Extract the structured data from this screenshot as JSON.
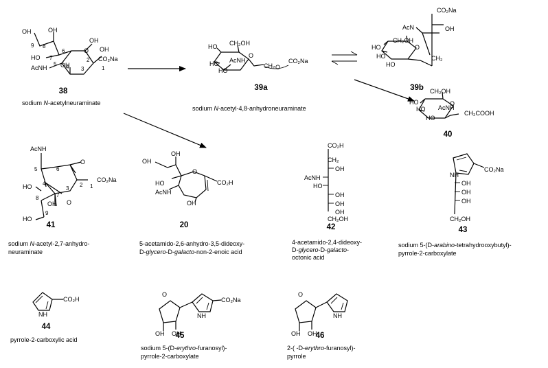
{
  "compounds": [
    {
      "id": "c38",
      "number": "38",
      "name_lines": [
        [
          "sodium ",
          "N",
          "-acetylneuraminate"
        ]
      ],
      "atoms": [
        "OH",
        "OH",
        "OH",
        "O",
        "OH",
        "CO₂Na",
        "HO",
        "AcNH",
        "OH"
      ],
      "locants": [
        "9",
        "8",
        "7",
        "6",
        "5",
        "4",
        "3",
        "2",
        "1"
      ]
    },
    {
      "id": "c39a",
      "number": "39a",
      "name_lines": [
        [
          "sodium ",
          "N",
          "-acetyl-4,8-anhydroneuraminate"
        ]
      ],
      "atoms": [
        "HO",
        "CH₂OH",
        "O",
        "HO",
        "AcNH",
        "HO",
        "CH₂",
        "O",
        "CO₂Na"
      ]
    },
    {
      "id": "c39b",
      "number": "39b",
      "name_lines": [],
      "atoms": [
        "CO₂Na",
        "AcN",
        "OH",
        "HO",
        "CH₂OH",
        "O",
        "HO",
        "HO",
        "CH₂"
      ]
    },
    {
      "id": "c40",
      "number": "40",
      "name_lines": [],
      "atoms": [
        "HO",
        "CH₂OH",
        "O",
        "AcNH",
        "HO",
        "HO",
        "CH₂COOH"
      ]
    },
    {
      "id": "c41",
      "number": "41",
      "name_lines": [
        [
          "sodium ",
          "N",
          "-acetyl-2,7-anhydro-"
        ],
        [
          "neuraminate"
        ]
      ],
      "atoms": [
        "AcNH",
        "O",
        "CO₂Na",
        "HO",
        "OH",
        "O",
        "HO"
      ],
      "locants": [
        "5",
        "6",
        "4",
        "7",
        "3",
        "2",
        "1",
        "8",
        "9"
      ]
    },
    {
      "id": "c20",
      "number": "20",
      "name_lines": [
        [
          "5-acetamido-2,6-anhydro-3,5-dideoxy-"
        ],
        [
          "D-",
          "glycero",
          "-D-",
          "galacto",
          "-non-2-enoic acid"
        ]
      ],
      "atoms": [
        "OH",
        "OH",
        "O",
        "CO₂H",
        "HO",
        "AcNH",
        "OH"
      ]
    },
    {
      "id": "c42",
      "number": "42",
      "name_lines": [
        [
          "4-acetamido-2,4-dideoxy-"
        ],
        [
          "D-",
          "glycero",
          "-D-",
          "galacto",
          "-"
        ],
        [
          "octonic acid"
        ]
      ],
      "atoms": [
        "CO₂H",
        "CH₂",
        "OH",
        "AcNH",
        "HO",
        "OH",
        "OH",
        "OH",
        "CH₂OH"
      ]
    },
    {
      "id": "c43",
      "number": "43",
      "name_lines": [
        [
          "sodium 5-(D-",
          "arabino",
          "-tetrahydrooxybutyl)-"
        ],
        [
          "pyrrole-2-carboxylate"
        ]
      ],
      "atoms": [
        "NH",
        "CO₂Na",
        "OH",
        "OH",
        "OH",
        "CH₂OH"
      ]
    },
    {
      "id": "c44",
      "number": "44",
      "name_lines": [
        [
          "pyrrole-2-carboxylic acid"
        ]
      ],
      "atoms": [
        "NH",
        "CO₂H"
      ]
    },
    {
      "id": "c45",
      "number": "45",
      "name_lines": [
        [
          "sodium 5-(D-",
          "erythro",
          "-furanosyl)-"
        ],
        [
          "pyrrole-2-carboxylate"
        ]
      ],
      "atoms": [
        "O",
        "NH",
        "CO₂Na",
        "OH",
        "OH"
      ]
    },
    {
      "id": "c46",
      "number": "46",
      "name_lines": [
        [
          "2-( -D-",
          "erythro",
          "-furanosyl)-"
        ],
        [
          "pyrrole"
        ]
      ],
      "atoms": [
        "O",
        "NH",
        "OH",
        "OH"
      ]
    }
  ]
}
